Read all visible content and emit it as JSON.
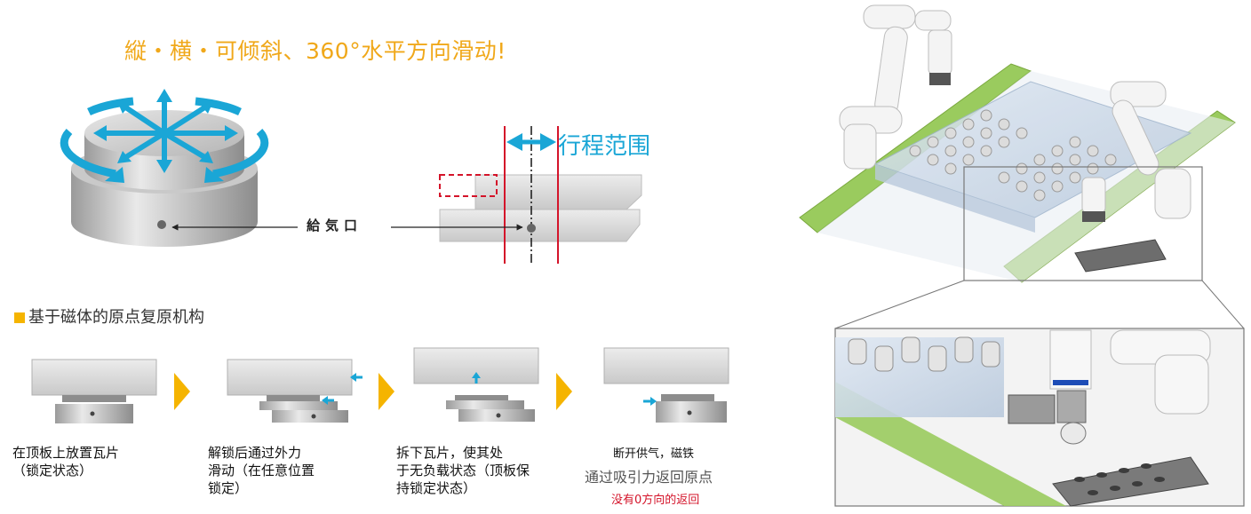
{
  "headline": "縦・横・可倾斜、360°水平方向滑动!",
  "stroke_label": "行程范围",
  "port_label": "給気口",
  "section_title": "基于磁体的原点复原机构",
  "steps": [
    {
      "caption": "在顶板上放置瓦片\n（锁定状态）"
    },
    {
      "caption": "解锁后通过外力\n滑动（在任意位置\n锁定）"
    },
    {
      "caption": "拆下瓦片，使其处\n于无负载状态（顶板保\n持锁定状态）"
    },
    {
      "caption_line1": "断开供气，磁铁",
      "caption_line2": "通过吸引力返回原点",
      "caption_note": "没有0方向的返回"
    }
  ],
  "colors": {
    "headline": "#f0a81a",
    "arrow_blue": "#1aa6d6",
    "stroke_red": "#d4142a",
    "step_arrow": "#f5b400",
    "rail_green": "#9acb5e"
  }
}
